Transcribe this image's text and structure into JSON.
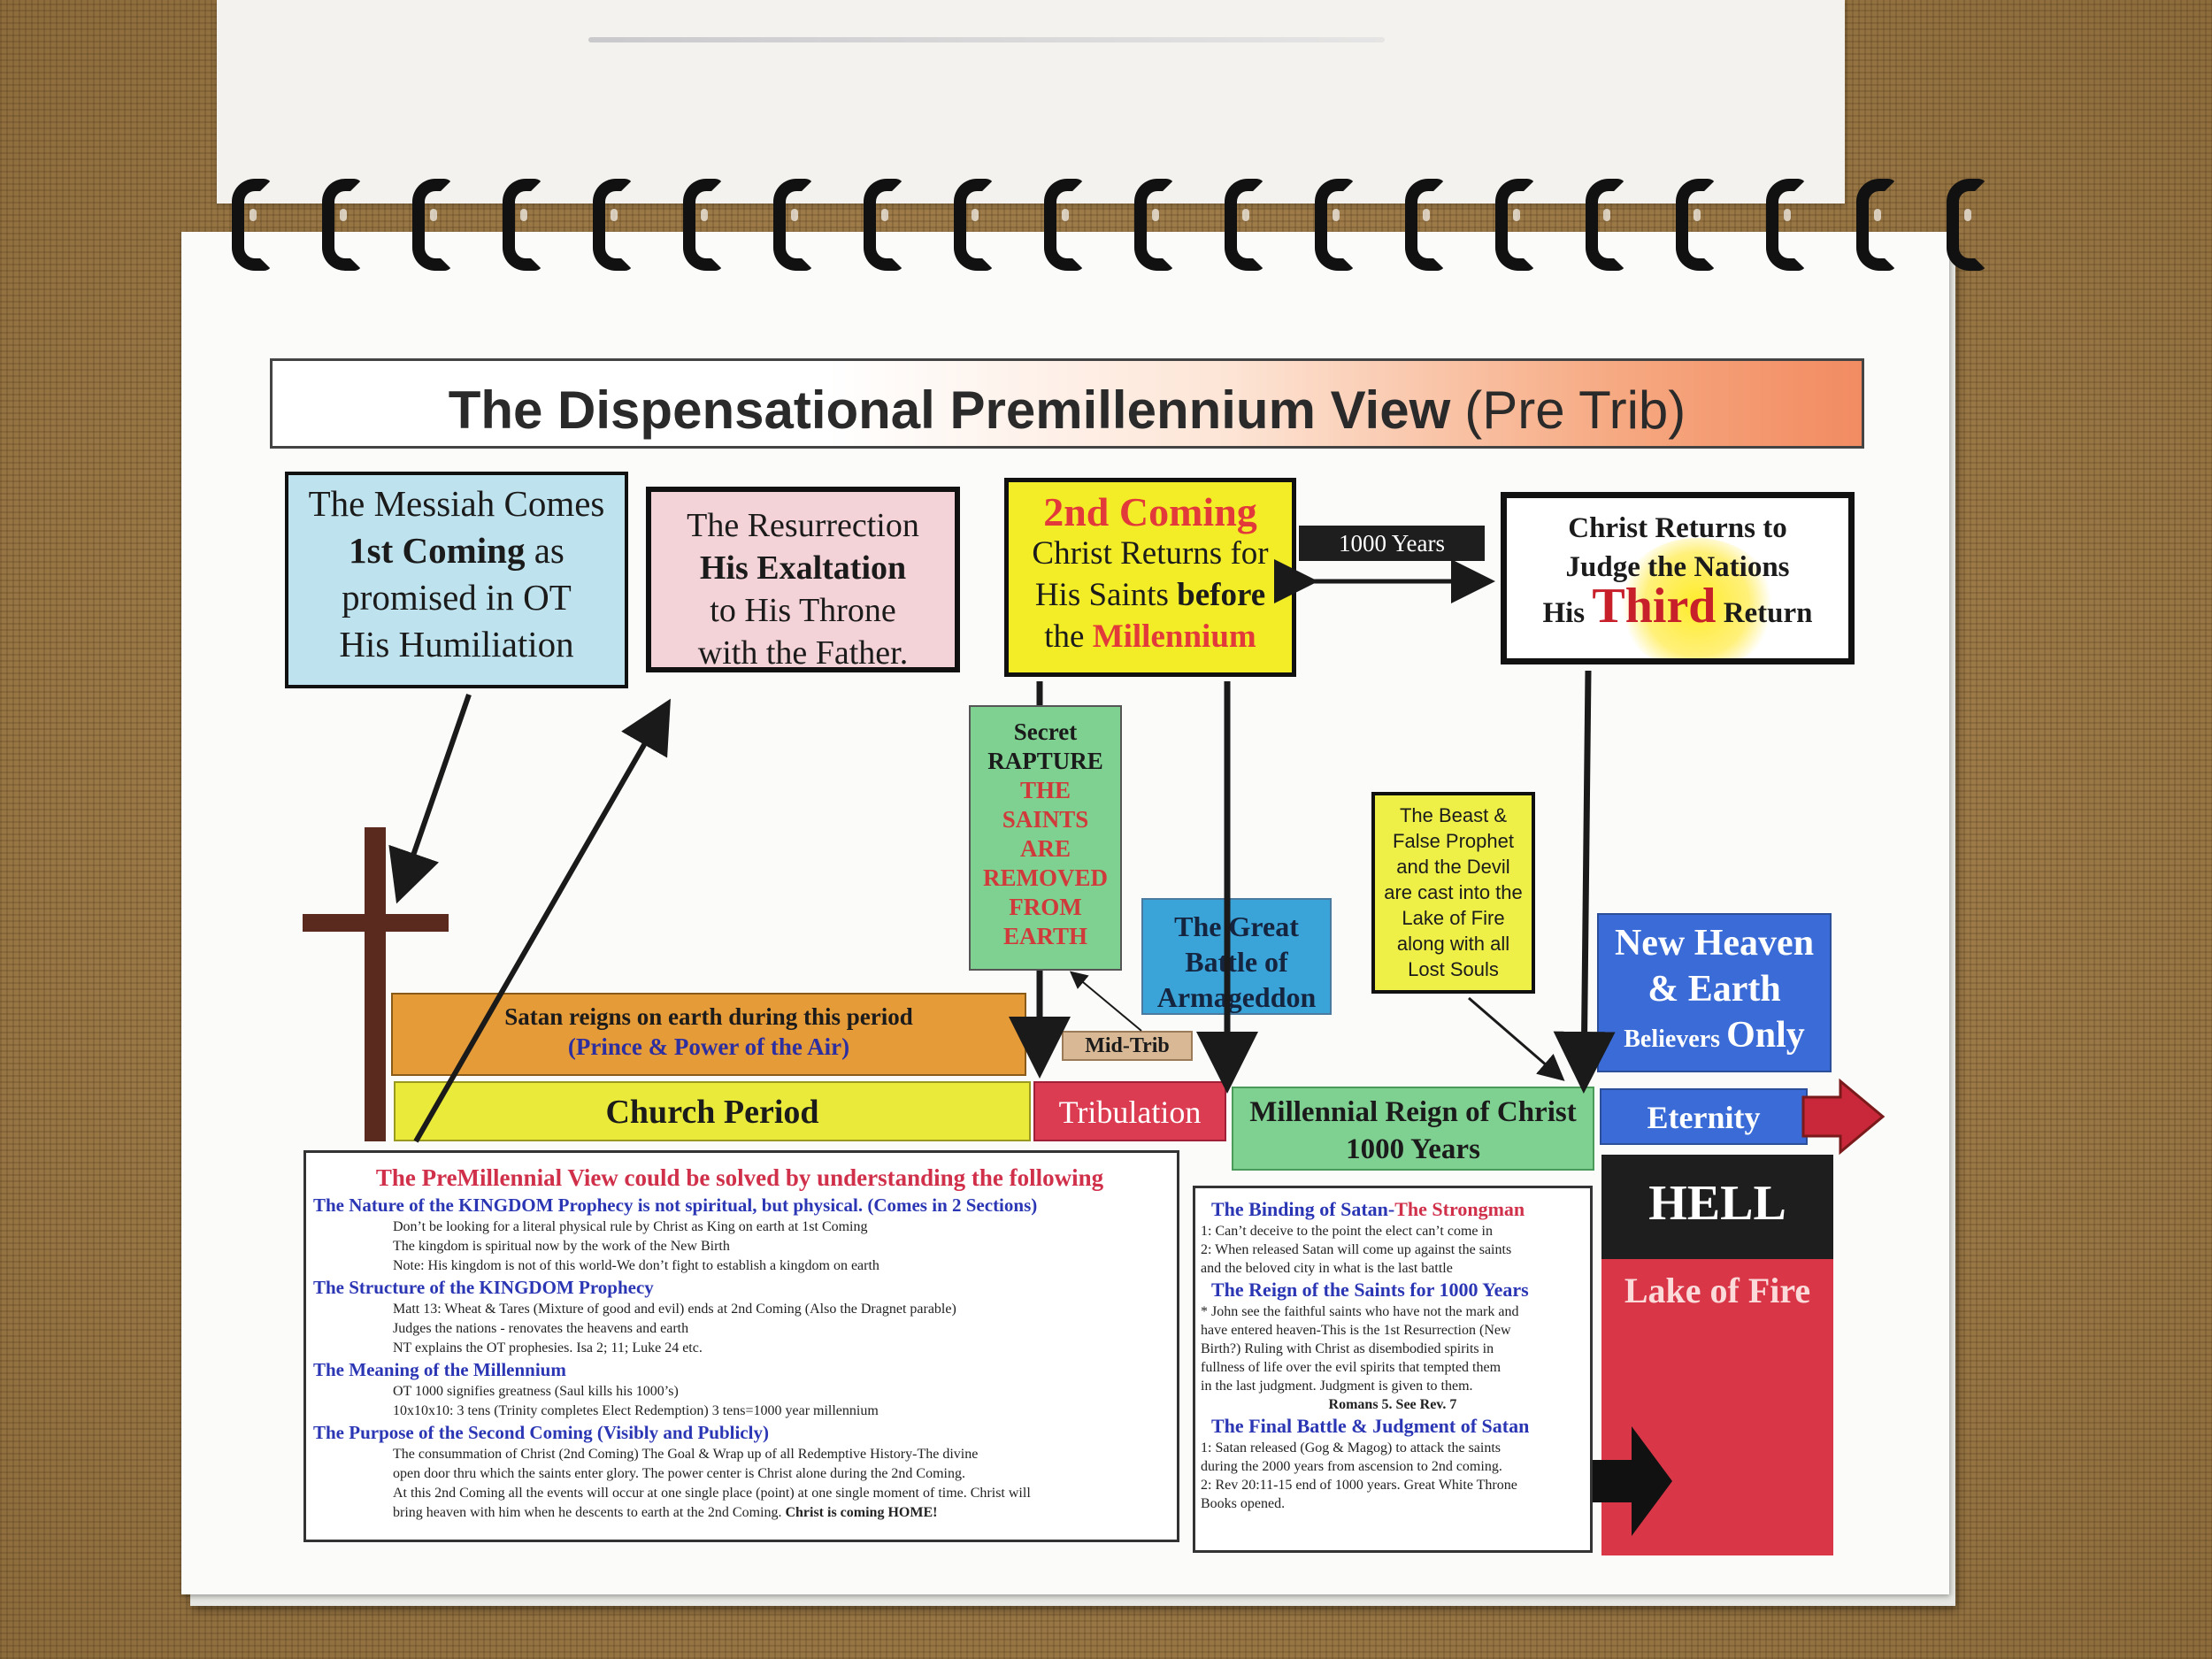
{
  "title": {
    "main": "The Dispensational Premillennium View",
    "sub": "(Pre Trib)"
  },
  "boxes": {
    "first_coming": {
      "l1": "The Messiah Comes",
      "l2a": "1st Coming",
      "l2b": " as",
      "l3": "promised in OT",
      "l4": "His Humiliation"
    },
    "resurrection": {
      "l1": "The Resurrection",
      "l2": "His Exaltation",
      "l3": "to His Throne",
      "l4": "with the Father."
    },
    "second_coming": {
      "l1": "2nd Coming",
      "l2": "Christ Returns for",
      "l3a": "His Saints ",
      "l3b": "before",
      "l4a": "the ",
      "l4b": "Millennium"
    },
    "years_1000": "1000 Years",
    "third_return": {
      "l1": "Christ Returns to",
      "l2": "Judge the Nations",
      "l3a": "His ",
      "l3b": "Third",
      "l3c": " Return"
    },
    "rapture": {
      "l1": "Secret",
      "l2": "RAPTURE",
      "l3": "THE",
      "l4": "SAINTS",
      "l5": "ARE",
      "l6": "REMOVED",
      "l7": "FROM",
      "l8": "EARTH"
    },
    "armageddon": {
      "l1": "The Great",
      "l2": "Battle of",
      "l3": "Armageddon"
    },
    "beast": {
      "l1": "The Beast &",
      "l2": "False Prophet",
      "l3": "and the Devil",
      "l4": "are cast into the",
      "l5": "Lake of Fire",
      "l6": "along with all",
      "l7": "Lost Souls"
    },
    "new_heaven": {
      "l1": "New Heaven",
      "l2": "& Earth",
      "l3a": "Believers ",
      "l3b": "Only"
    }
  },
  "timeline": {
    "satan_reigns": "Satan reigns on earth during this period",
    "prince": "(Prince & Power of the Air)",
    "mid_trib": "Mid-Trib",
    "church_period": "Church Period",
    "tribulation": "Tribulation",
    "millennial_l1": "Millennial Reign of Christ",
    "millennial_l2": "1000 Years",
    "eternity": "Eternity",
    "hell": "HELL",
    "lake_of_fire": "Lake of Fire"
  },
  "notes_left": {
    "heading": "The PreMillennial View could be solved by understanding the following",
    "sections": [
      {
        "title": "The Nature of the KINGDOM Prophecy is not spiritual, but physical.  (Comes in 2 Sections)",
        "lines": [
          "Don’t be looking for a literal physical rule by Christ as King on earth at 1st Coming",
          "The kingdom is spiritual now by the work of the New Birth",
          "Note: His kingdom is not of this world-We don’t fight to establish a kingdom on earth"
        ]
      },
      {
        "title": "The Structure of the KINGDOM Prophecy",
        "lines": [
          "Matt 13: Wheat & Tares (Mixture of good and evil) ends at 2nd Coming (Also the Dragnet parable)",
          "Judges the nations - renovates the heavens and earth",
          "NT explains the OT prophesies.  Isa 2; 11; Luke 24 etc."
        ]
      },
      {
        "title": "The Meaning of the Millennium",
        "lines": [
          "OT 1000 signifies greatness (Saul kills his 1000’s)",
          "10x10x10: 3 tens (Trinity completes Elect Redemption) 3 tens=1000 year millennium"
        ]
      },
      {
        "title": "The Purpose of the Second Coming  (Visibly and Publicly)",
        "lines": [
          "The consummation of Christ (2nd Coming) The Goal & Wrap up of all Redemptive History-The divine",
          "open door  thru which the saints enter glory.  The power center is Christ alone during the 2nd Coming.",
          " At this 2nd  Coming all the events will occur at one single place (point) at one single moment of time.  Christ will",
          "bring heaven with him when he descents to earth at the 2nd Coming."
        ],
        "closing": "Christ is coming HOME!"
      }
    ]
  },
  "notes_right": {
    "binding_title_a": "The Binding of Satan-",
    "binding_title_b": "The Strongman",
    "binding_lines": [
      "1: Can’t deceive to the point the elect can’t come in",
      "2: When released Satan will come up against the saints",
      "and the beloved city in what is the last battle"
    ],
    "reign_title": "The Reign of the Saints for 1000 Years",
    "reign_lines": [
      "* John see the faithful saints who have not the mark and",
      "have entered heaven-This is the 1st Resurrection (New",
      "Birth?)  Ruling with Christ as disembodied spirits  in",
      "fullness of life over the evil spirits that tempted them",
      "in the last judgment. Judgment is given to them."
    ],
    "romans": "Romans 5.  See Rev. 7",
    "final_title": "The Final Battle & Judgment of Satan",
    "final_lines": [
      "1:  Satan released (Gog & Magog) to attack the saints",
      "during the 2000 years from ascension to 2nd coming.",
      "2: Rev 20:11-15 end of 1000 years.  Great White Throne",
      "Books opened."
    ]
  },
  "colors": {
    "accent_red": "#d0304a",
    "accent_blue": "#2b36b4",
    "yellow": "#f3ed27",
    "green": "#7fd191",
    "blue": "#3a6bd6"
  }
}
